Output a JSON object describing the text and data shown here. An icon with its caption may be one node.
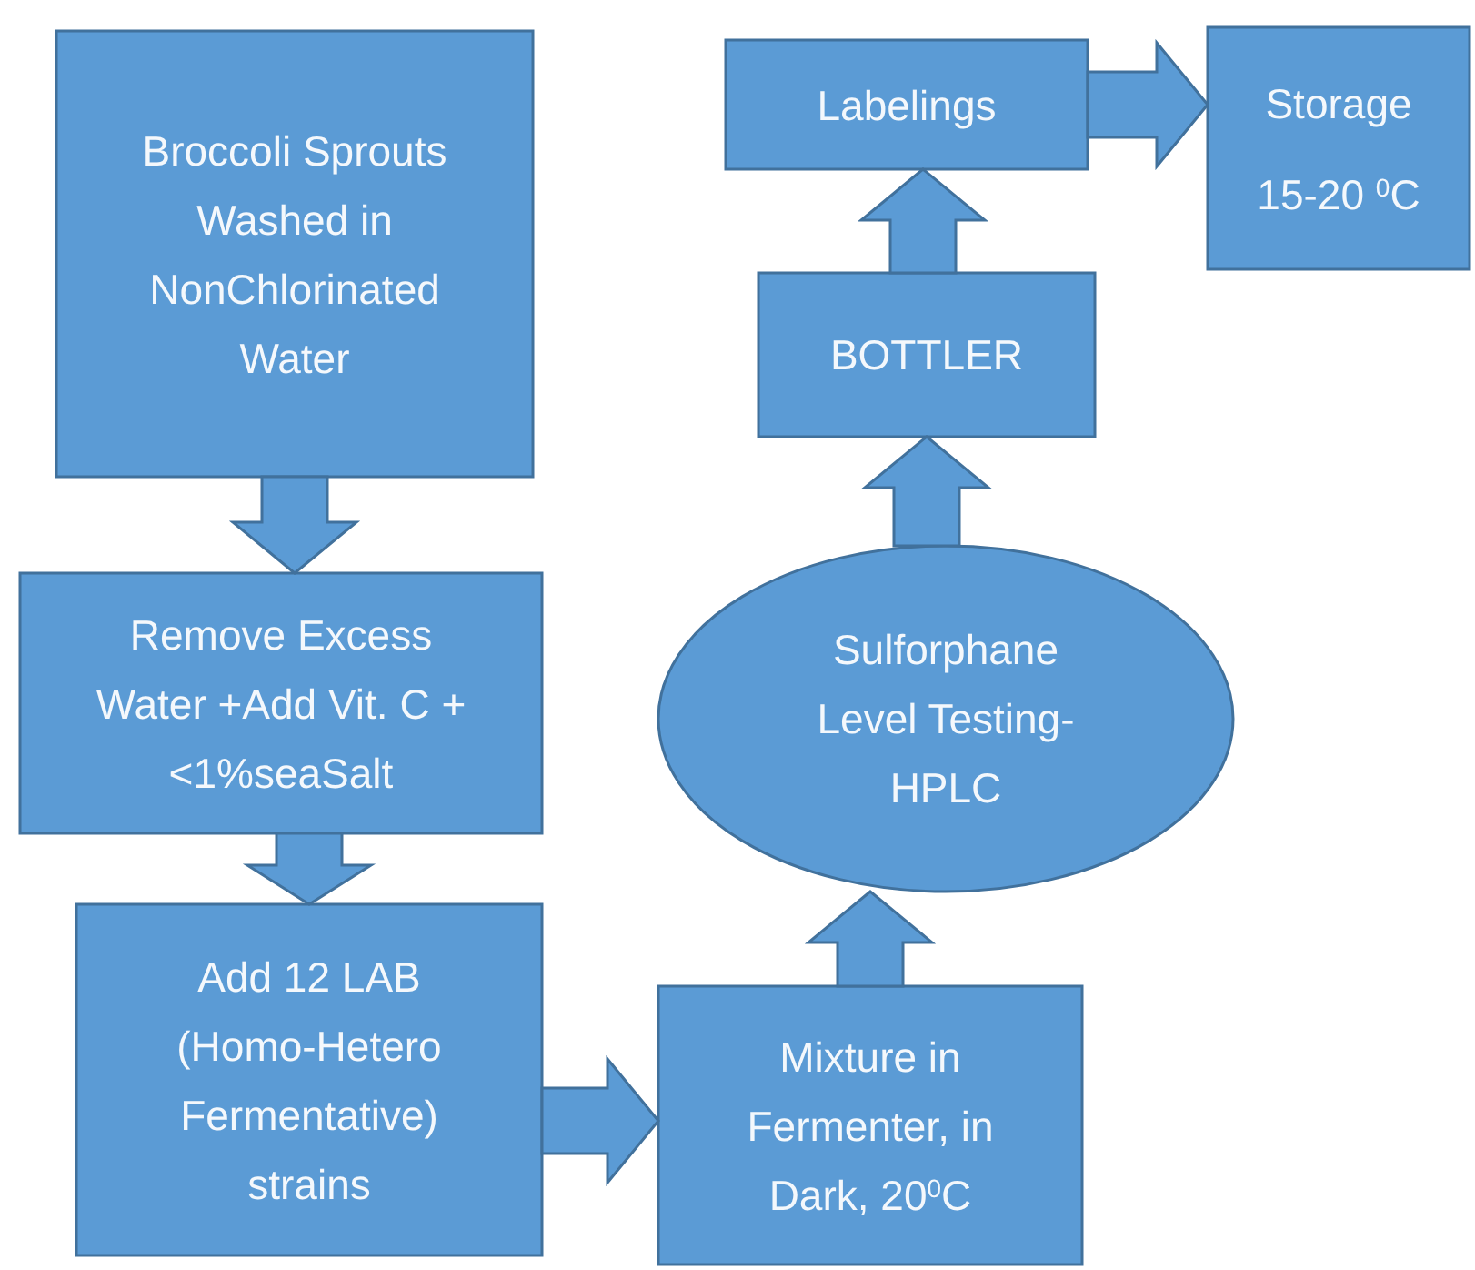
{
  "diagram": {
    "nodes": [
      {
        "text": [
          "Broccoli Sprouts Washed in NonChlorinated Water"
        ]
      },
      {
        "text": [
          "Remove Excess Water +Add Vit. C + <1%seaSalt"
        ]
      },
      {
        "text": [
          "Add 12 LAB (Homo-Hetero Fermentative) strains"
        ]
      },
      {
        "text": [
          "Mixture in Fermenter, in Dark, 20$^{0}$C"
        ]
      },
      {
        "text": [
          "Sulforphane Level Testing-HPLC"
        ]
      },
      {
        "text": [
          "BOTTLER"
        ]
      },
      {
        "text": [
          "Labelings"
        ]
      },
      {
        "text": [
          "Storage",
          "15-20 $^{0}$C"
        ]
      }
    ],
    "edges": [
      {
        "from": 0,
        "to": 1,
        "arrow": "to"
      },
      {
        "from": 1,
        "to": 2,
        "arrow": "to"
      },
      {
        "from": 2,
        "to": 3,
        "arrow": "to"
      },
      {
        "from": 3,
        "to": 4,
        "arrow": "to"
      },
      {
        "from": 4,
        "to": 5,
        "arrow": "to"
      },
      {
        "from": 5,
        "to": 6,
        "arrow": "to"
      },
      {
        "from": 6,
        "to": 7,
        "arrow": "to"
      }
    ]
  }
}
